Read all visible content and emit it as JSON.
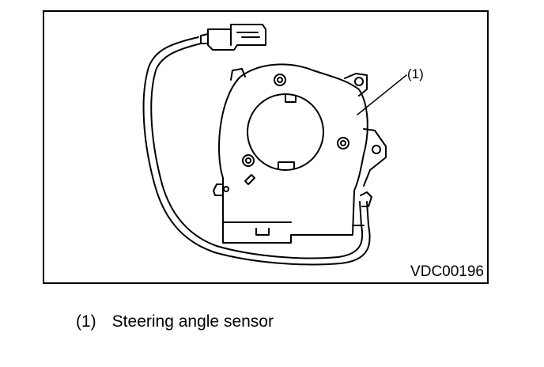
{
  "figure": {
    "callout": "(1)",
    "code": "VDC00196"
  },
  "legend": {
    "number": "(1)",
    "text": "Steering angle sensor"
  }
}
